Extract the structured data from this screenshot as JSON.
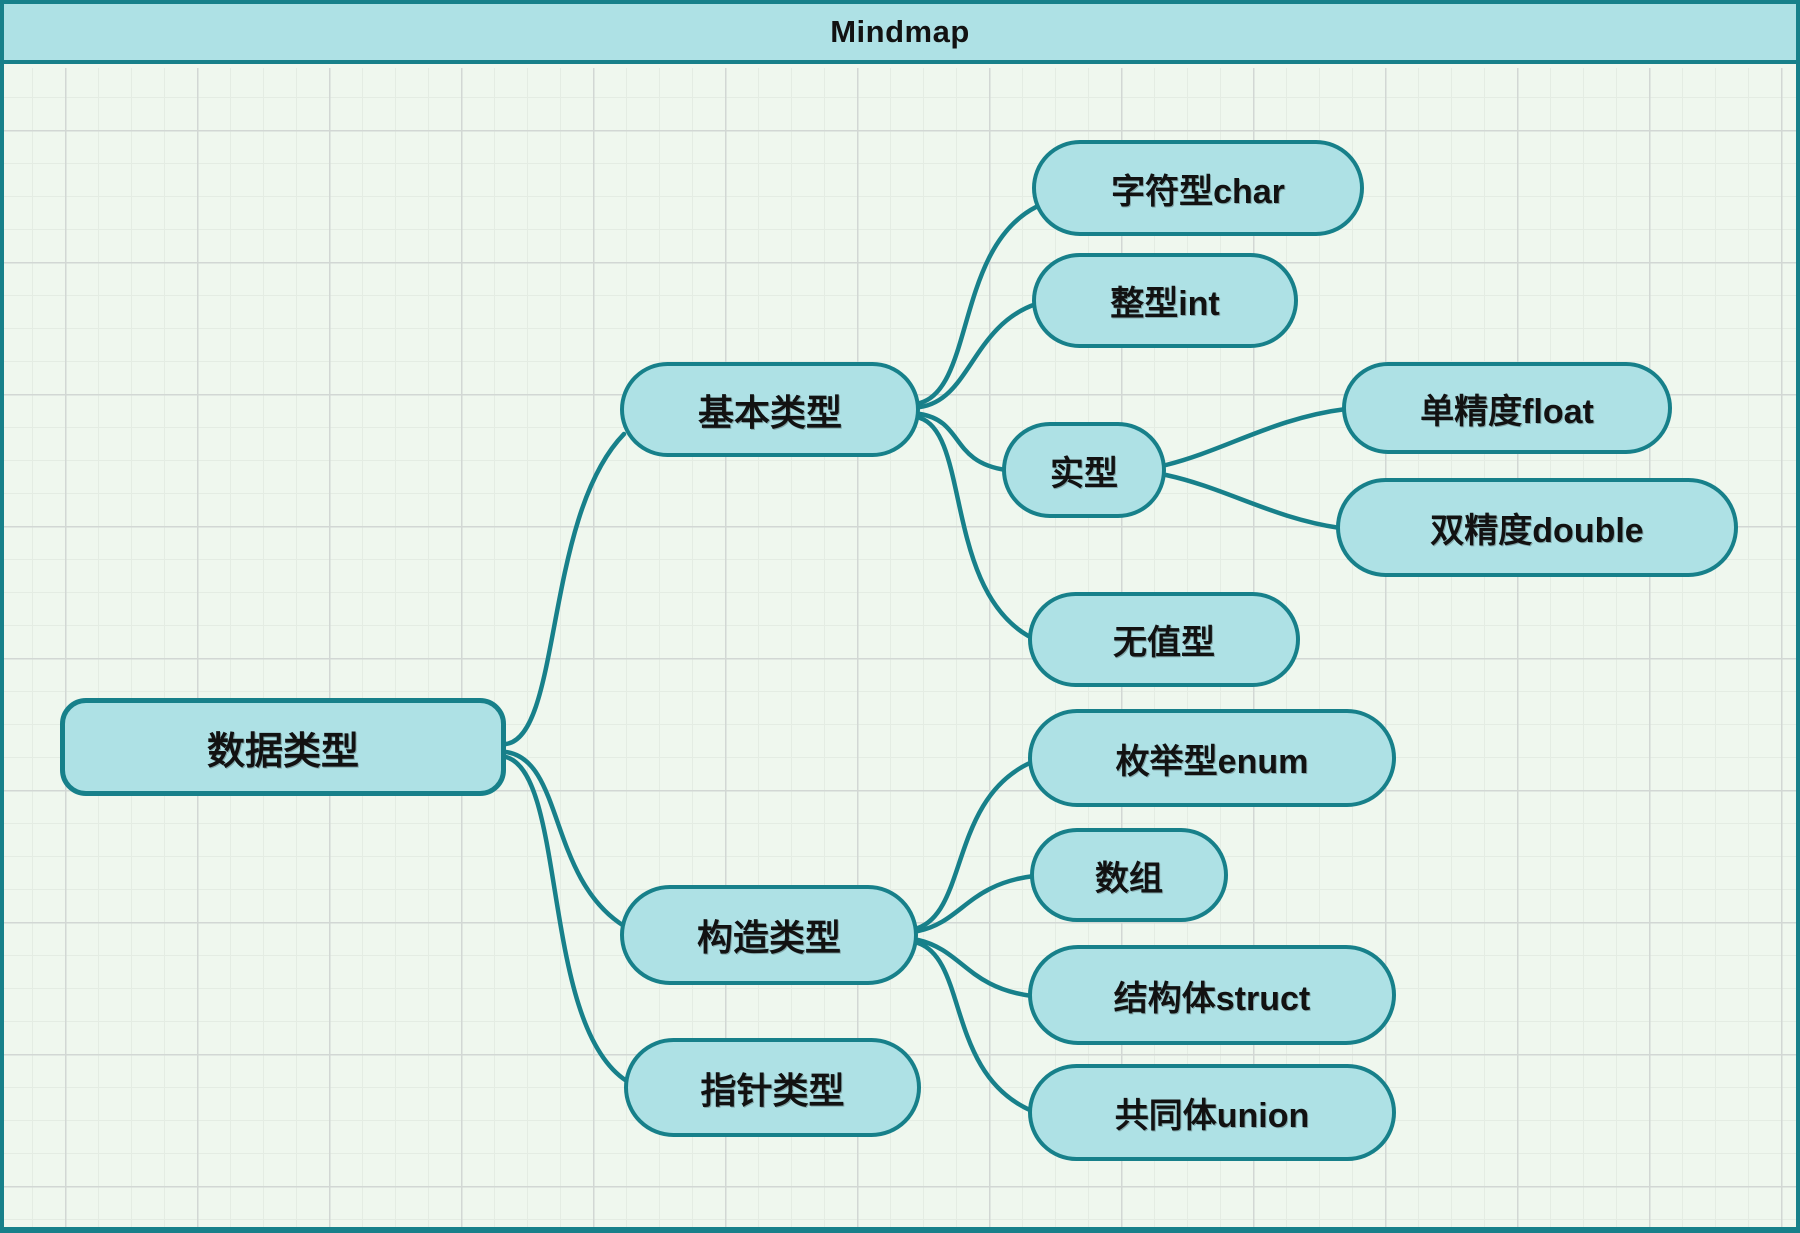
{
  "title": "Mindmap",
  "colors": {
    "accent": "#17808a",
    "node_fill": "#aee1e5",
    "canvas_bg": "#eff7ee",
    "text": "#121212"
  },
  "nodes": {
    "root": {
      "label": "数据类型"
    },
    "basic": {
      "label": "基本类型"
    },
    "char": {
      "label": "字符型char"
    },
    "int": {
      "label": "整型int"
    },
    "real": {
      "label": "实型"
    },
    "float": {
      "label": "单精度float"
    },
    "double": {
      "label": "双精度double"
    },
    "void": {
      "label": "无值型"
    },
    "construct": {
      "label": "构造类型"
    },
    "enum": {
      "label": "枚举型enum"
    },
    "array": {
      "label": "数组"
    },
    "struct": {
      "label": "结构体struct"
    },
    "union": {
      "label": "共同体union"
    },
    "pointer": {
      "label": "指针类型"
    }
  },
  "edges": [
    {
      "from": "root",
      "to": "basic"
    },
    {
      "from": "root",
      "to": "construct"
    },
    {
      "from": "root",
      "to": "pointer"
    },
    {
      "from": "basic",
      "to": "char"
    },
    {
      "from": "basic",
      "to": "int"
    },
    {
      "from": "basic",
      "to": "real"
    },
    {
      "from": "basic",
      "to": "void"
    },
    {
      "from": "real",
      "to": "float"
    },
    {
      "from": "real",
      "to": "double"
    },
    {
      "from": "construct",
      "to": "enum"
    },
    {
      "from": "construct",
      "to": "array"
    },
    {
      "from": "construct",
      "to": "struct"
    },
    {
      "from": "construct",
      "to": "union"
    }
  ]
}
